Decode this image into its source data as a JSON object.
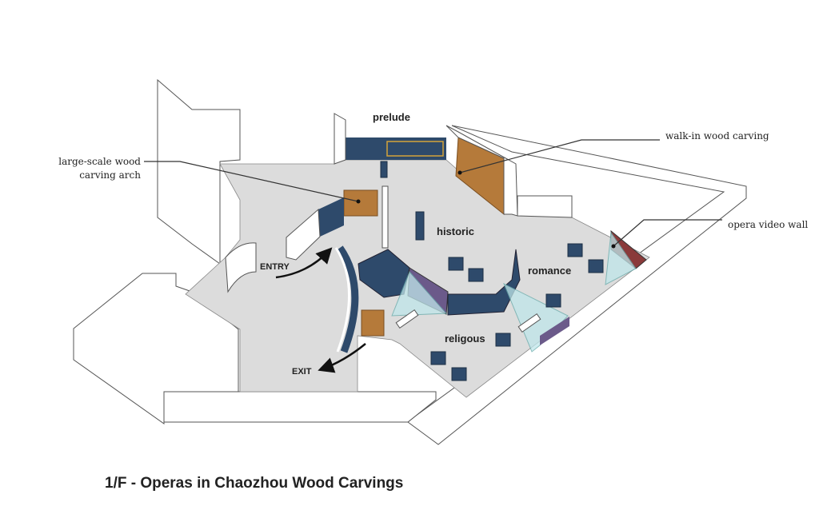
{
  "title": "1/F - Operas in Chaozhou Wood Carvings",
  "zones": {
    "prelude": "prelude",
    "historic": "historic",
    "romance": "romance",
    "religous": "religous"
  },
  "flow": {
    "entry": "ENTRY",
    "exit": "EXIT"
  },
  "callouts": {
    "arch_line1": "large-scale wood",
    "arch_line2": "carving arch",
    "walk_in": "walk-in wood carving",
    "video_wall": "opera video wall"
  },
  "colors": {
    "floor": "#dcdcdc",
    "display": "#2e4a6b",
    "wood": "#b57a3a",
    "projection": "#bfe6ea"
  }
}
